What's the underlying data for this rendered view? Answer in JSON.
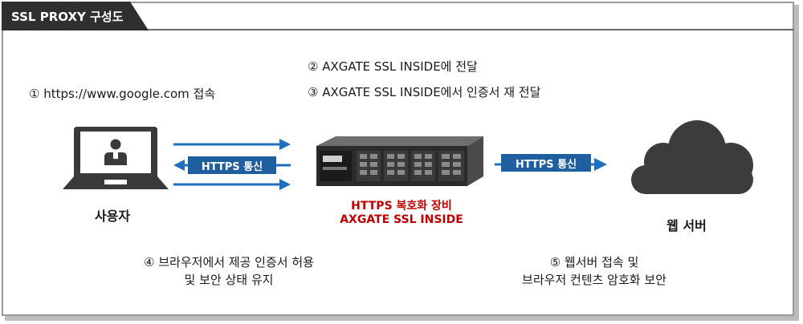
{
  "title": "SSL PROXY 구성도",
  "steps": {
    "step1": "① https://www.google.com 접속",
    "step2": "② AXGATE SSL INSIDE에 전달",
    "step3": "③ AXGATE SSL INSIDE에서 인증서 재 전달",
    "step4_line1": "④ 브라우저에서 제공 인증서 허용",
    "step4_line2": "및 보안 상태 유지",
    "step5_line1": "⑤ 웹서버 접속 및",
    "step5_line2": "브라우저 컨텐츠 암호화 보안"
  },
  "nodes": {
    "user": "사용자",
    "device_line1": "HTTPS 복호화 장비",
    "device_line2": "AXGATE SSL INSIDE",
    "server": "웹 서버"
  },
  "links": {
    "left": "HTTPS 통신",
    "right": "HTTPS 통신"
  },
  "colors": {
    "arrow": "#1f6fbf",
    "pill": "#1f5f9f",
    "device_label": "#c00000",
    "icon": "#3a3a3a"
  }
}
